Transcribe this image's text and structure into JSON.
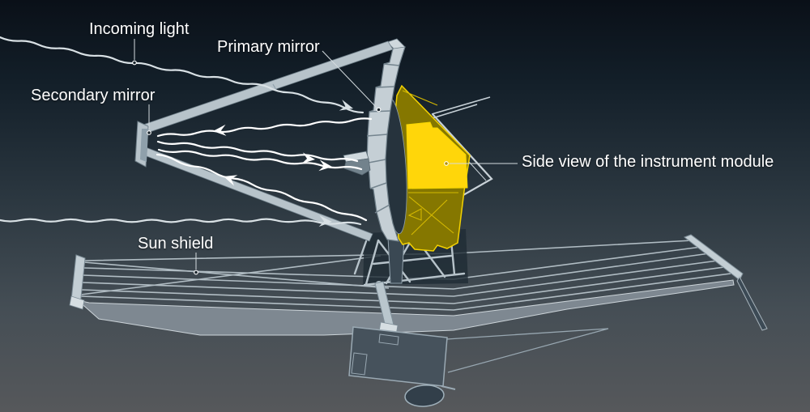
{
  "diagram": {
    "labels": {
      "incoming_light": "Incoming light",
      "primary_mirror": "Primary mirror",
      "secondary_mirror": "Secondary mirror",
      "sun_shield": "Sun shield",
      "instrument_module": "Side view of the instrument module"
    }
  },
  "colors": {
    "background_top": "#0a1018",
    "background_bottom": "#56585b",
    "structure_light": "#c5cfd5",
    "structure_mid": "#9aaab4",
    "structure_shadow": "#74848e",
    "structure_dark": "#2a3944",
    "panel_dark": "#46525c",
    "truss_back": "#1f2c35",
    "highlight_yellow": "#ffd60a",
    "highlight_olive": "#857700",
    "highlight_outline": "#f3d100",
    "ray_bright": "#ffffff",
    "ray_dim": "#d8e0e4",
    "label_text": "#ffffff",
    "leader_line": "#d4dbdf"
  }
}
